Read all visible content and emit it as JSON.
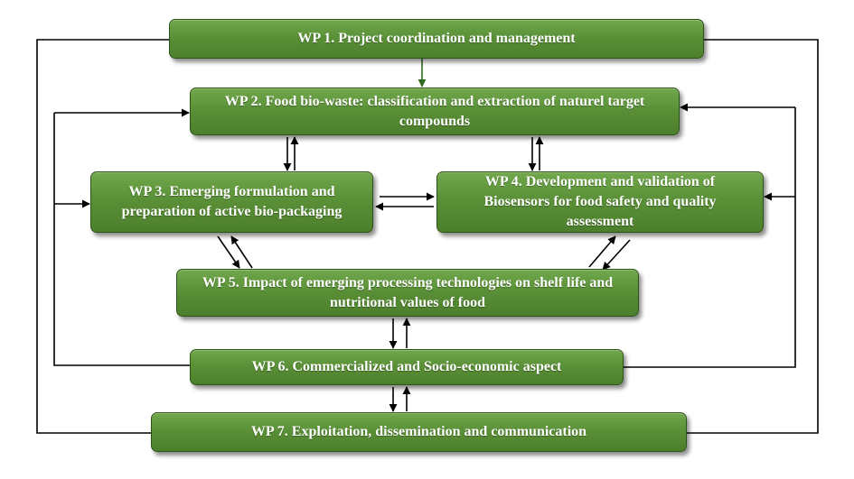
{
  "diagram": {
    "work_packages": [
      {
        "id": "wp1",
        "label": "WP 1. Project coordination and management"
      },
      {
        "id": "wp2",
        "label": "WP 2. Food bio-waste: classification and extraction of naturel target compounds"
      },
      {
        "id": "wp3",
        "label": "WP 3. Emerging formulation and preparation of active bio-packaging"
      },
      {
        "id": "wp4",
        "label": "WP 4. Development and validation of Biosensors for food safety and quality assessment"
      },
      {
        "id": "wp5",
        "label": "WP 5. Impact of emerging processing technologies on shelf life and nutritional values of food"
      },
      {
        "id": "wp6",
        "label": "WP 6. Commercialized and Socio-economic aspect"
      },
      {
        "id": "wp7",
        "label": "WP 7. Exploitation, dissemination and communication"
      }
    ],
    "connections": [
      {
        "from": "wp1",
        "to": "wp2",
        "direction": "one-way"
      },
      {
        "from": "wp2",
        "to": "wp3",
        "direction": "two-way"
      },
      {
        "from": "wp2",
        "to": "wp4",
        "direction": "two-way"
      },
      {
        "from": "wp3",
        "to": "wp4",
        "direction": "two-way"
      },
      {
        "from": "wp3",
        "to": "wp5",
        "direction": "two-way"
      },
      {
        "from": "wp4",
        "to": "wp5",
        "direction": "two-way"
      },
      {
        "from": "wp5",
        "to": "wp6",
        "direction": "two-way"
      },
      {
        "from": "wp6",
        "to": "wp7",
        "direction": "two-way"
      },
      {
        "from": "wp1",
        "to": "wp7",
        "direction": "loop"
      },
      {
        "from": "wp6",
        "to": "wp2",
        "direction": "one-way"
      },
      {
        "from": "wp6",
        "to": "wp3",
        "direction": "one-way"
      },
      {
        "from": "wp6",
        "to": "wp4",
        "direction": "one-way"
      }
    ],
    "colors": {
      "box_fill": "#5a9037",
      "box_border": "#2d5417",
      "box_text": "#ffffff",
      "line": "#000000",
      "accent_line": "#2f6b1f"
    }
  }
}
